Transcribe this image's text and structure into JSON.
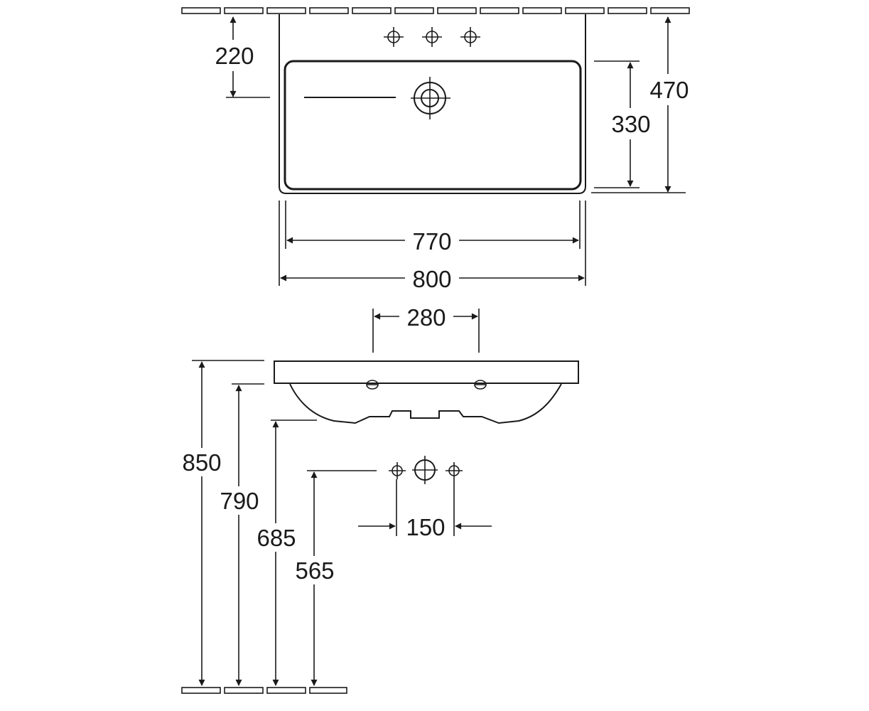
{
  "dimensions": {
    "setback": "220",
    "total_depth": "470",
    "bowl_depth": "330",
    "inner_width": "770",
    "overall_width": "800",
    "tap_spacing": "280",
    "height_850": "850",
    "height_790": "790",
    "height_685": "685",
    "height_565": "565",
    "fixing_spacing": "150"
  }
}
